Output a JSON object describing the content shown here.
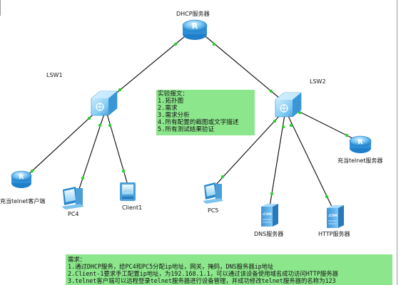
{
  "nodes": {
    "dhcp_server": "DHCP服务器",
    "lsw1": "LSW1",
    "lsw2": "LSW2",
    "telnet_client": "充当telnet客户端",
    "pc4": "PC4",
    "client1": "Client1",
    "pc5": "PC5",
    "dns_server": "DNS服务器",
    "http_server": "HTTP服务器",
    "telnet_server": "充当telnet服务器"
  },
  "icon_text": {
    "com": ".COM"
  },
  "note_report": {
    "lines": [
      "实验报文：",
      "1.拓扑图",
      "2.需求",
      "3.需求分析",
      "4.所有配置的截图或文字描述",
      "5.所有测试结果验证"
    ]
  },
  "note_requirements": {
    "lines": [
      "需求：",
      "1.通过DHCP服务，给PC4和PC5分配ip地址，网关，掩码，DNS服务器ip地址",
      "2.Client-1要求手工配置ip地址，为192.168.1.1，可以通过该设备使用域名成功访问HTTP服务器",
      "3.telnet客户端可以远程登录telnet服务器进行设备管理，并成功修改telnet服务器的名称为123"
    ]
  },
  "colors": {
    "link": "#1a1a1a",
    "port_dot": "#2bd12b",
    "note_bg": "#8ce68c",
    "device_blue": "#4a9fd8"
  }
}
